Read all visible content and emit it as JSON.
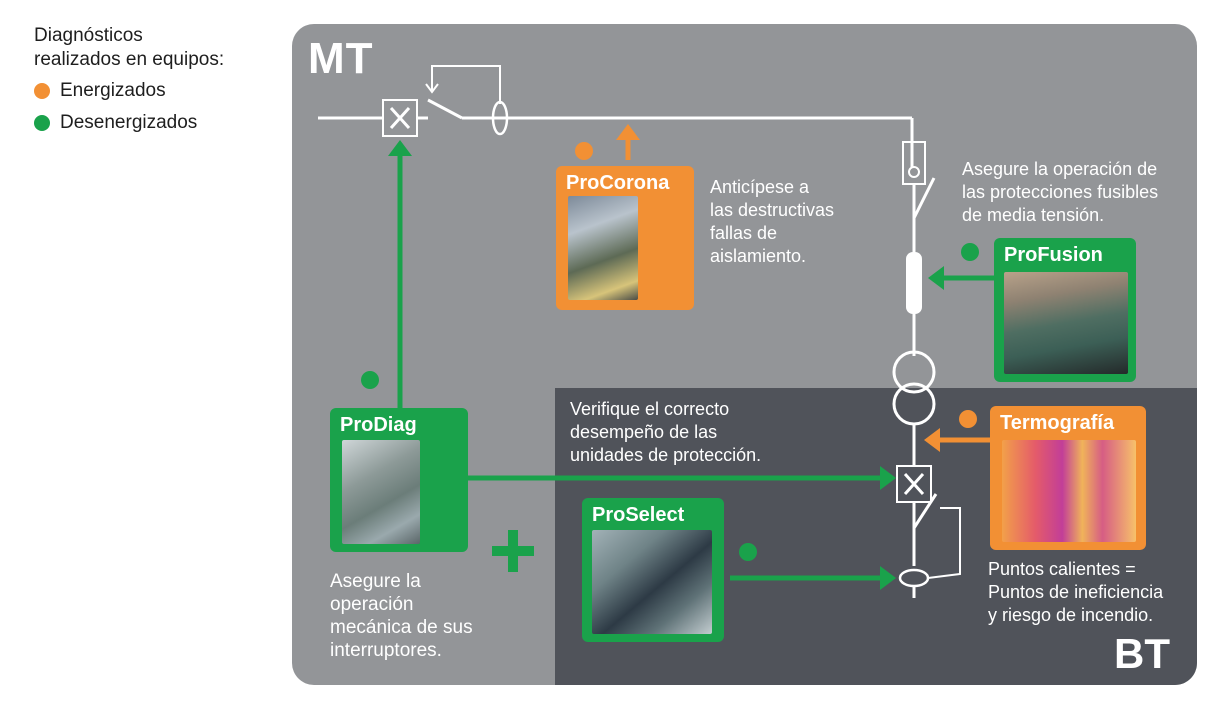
{
  "legend": {
    "title_line1": "Diagnósticos",
    "title_line2": "realizados en equipos:",
    "items": [
      {
        "label": "Energizados",
        "color": "#f29034"
      },
      {
        "label": "Desenergizados",
        "color": "#1aa24b"
      }
    ]
  },
  "zones": {
    "mt": "MT",
    "bt": "BT"
  },
  "colors": {
    "energized": "#f29034",
    "deenergized": "#1aa24b",
    "mt_panel": "#939598",
    "bt_panel": "#50535a"
  },
  "cards": {
    "procorona": {
      "title": "ProCorona",
      "desc": [
        "Anticípese a",
        "las destructivas",
        "fallas de",
        "aislamiento."
      ]
    },
    "profusion": {
      "title": "ProFusion",
      "desc": [
        "Asegure la operación de",
        "las protecciones fusibles",
        "de media tensión."
      ]
    },
    "prodiag": {
      "title": "ProDiag",
      "desc": [
        "Asegure la",
        "operación",
        "mecánica de sus",
        "interruptores."
      ]
    },
    "proselect": {
      "title": "ProSelect",
      "desc": [
        "Verifique el correcto",
        "desempeño de las",
        "unidades de protección."
      ]
    },
    "termografia": {
      "title": "Termografía",
      "desc": [
        "Puntos calientes =",
        "Puntos de ineficiencia",
        "y riesgo de incendio."
      ]
    }
  }
}
